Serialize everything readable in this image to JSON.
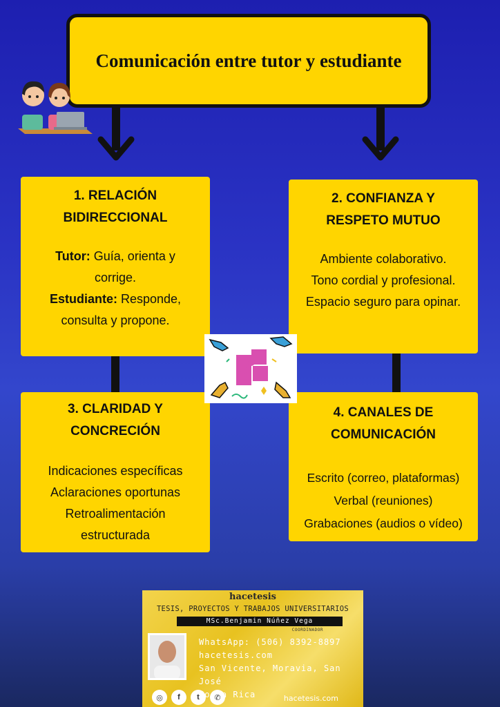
{
  "title": "Comunicación entre tutor y estudiante",
  "cards": [
    {
      "heading_line1": "1. RELACIÓN",
      "heading_line2": "BIDIRECCIONAL",
      "tutor_label": "Tutor:",
      "tutor_text_1": " Guía, orienta y",
      "tutor_text_2": "corrige.",
      "student_label": "Estudiante:",
      "student_text_1": " Responde,",
      "student_text_2": "consulta y propone."
    },
    {
      "heading_line1": "2. CONFIANZA Y",
      "heading_line2": "RESPETO MUTUO",
      "lines": [
        "Ambiente colaborativo.",
        "Tono cordial y profesional.",
        "Espacio seguro para opinar."
      ]
    },
    {
      "heading_line1": "3. CLARIDAD Y",
      "heading_line2": "CONCRECIÓN",
      "lines": [
        "Indicaciones específicas",
        "Aclaraciones oportunas",
        "Retroalimentación",
        "estructurada"
      ]
    },
    {
      "heading_line1": "4. CANALES DE",
      "heading_line2": "COMUNICACIÓN",
      "lines": [
        "Escrito (correo, plataformas)",
        "Verbal (reuniones)",
        "Grabaciones (audios o vídeo)"
      ]
    }
  ],
  "footer": {
    "logo": "hacetesis",
    "tagline": "TESIS, PROYECTOS Y TRABAJOS UNIVERSITARIOS",
    "name": "MSc.Benjamin Núñez Vega",
    "role": "COORDINADOR",
    "info": [
      "WhatsApp: (506) 8392-8897",
      "hacetesis.com",
      "San Vicente, Moravia, San José",
      "Costa Rica"
    ],
    "site": "hacetesis.com"
  },
  "colors": {
    "card": "#ffd500",
    "border": "#111111"
  }
}
